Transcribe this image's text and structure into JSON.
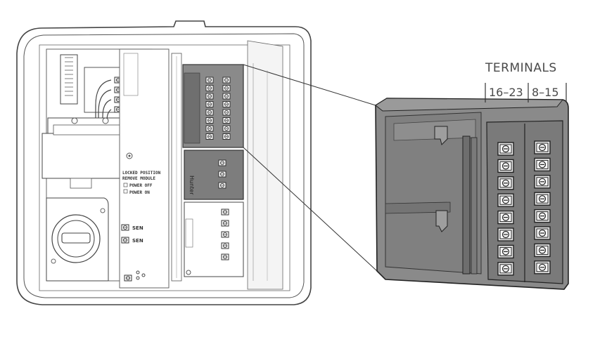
{
  "callout": {
    "title": "TERMINALS",
    "range_left": "16–23",
    "range_right": "8–15"
  },
  "controller": {
    "label_line1": "LOCKED POSITION",
    "label_line2": "REMOVE MODULE",
    "power_off": "POWER OFF",
    "power_on": "POWER ON",
    "sensor_label_1": "SEN",
    "sensor_label_2": "SEN",
    "module_brand": "Hunter"
  },
  "colors": {
    "module_fill": "#8a8a8a",
    "module_dark": "#555555",
    "line": "#333333",
    "terminal_fill": "#e6e6e6"
  }
}
